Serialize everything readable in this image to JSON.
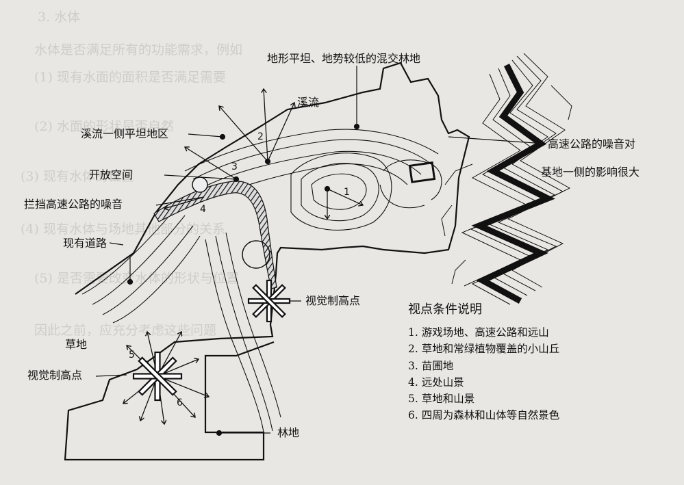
{
  "background_text": {
    "heading": "3. 水体",
    "intro": "水体是否满足所有的功能需求，例如",
    "item1": "(1) 现有水面的面积是否满足需要",
    "item2": "(2) 水面的形状是否自然",
    "item3": "(3) 现有水体的位置",
    "item4": "(4) 现有水体与场地其他部分的关系",
    "item5": "(5) 是否需要改变水体的形状与位置",
    "line6": "因此之前，应充分考虑这些问题"
  },
  "labels": {
    "flat_mixed_forest": "地形平坦、地势较低的混交林地",
    "stream": "溪流",
    "stream_side_flat": "溪流一侧平坦地区",
    "open_space": "开放空间",
    "block_noise": "拦挡高速公路的噪音",
    "existing_road": "现有道路",
    "highway_noise_line1": "高速公路的噪音对",
    "highway_noise_line2": "基地一侧的影响很大",
    "visual_high_point_1": "视觉制高点",
    "grassland": "草地",
    "visual_high_point_2": "视觉制高点",
    "woodland": "林地"
  },
  "viewpoint_numbers": [
    "1",
    "2",
    "3",
    "4",
    "5",
    "6"
  ],
  "legend": {
    "title": "视点条件说明",
    "items": [
      "1. 游戏场地、高速公路和远山",
      "2. 草地和常绿植物覆盖的小山丘",
      "3. 苗圃地",
      "4. 远处山景",
      "5. 草地和山景",
      "6. 四周为森林和山体等自然景色"
    ]
  },
  "colors": {
    "ink": "#111111",
    "paper": "#e9e7e3",
    "ghost_text": "#cfcdc9"
  }
}
